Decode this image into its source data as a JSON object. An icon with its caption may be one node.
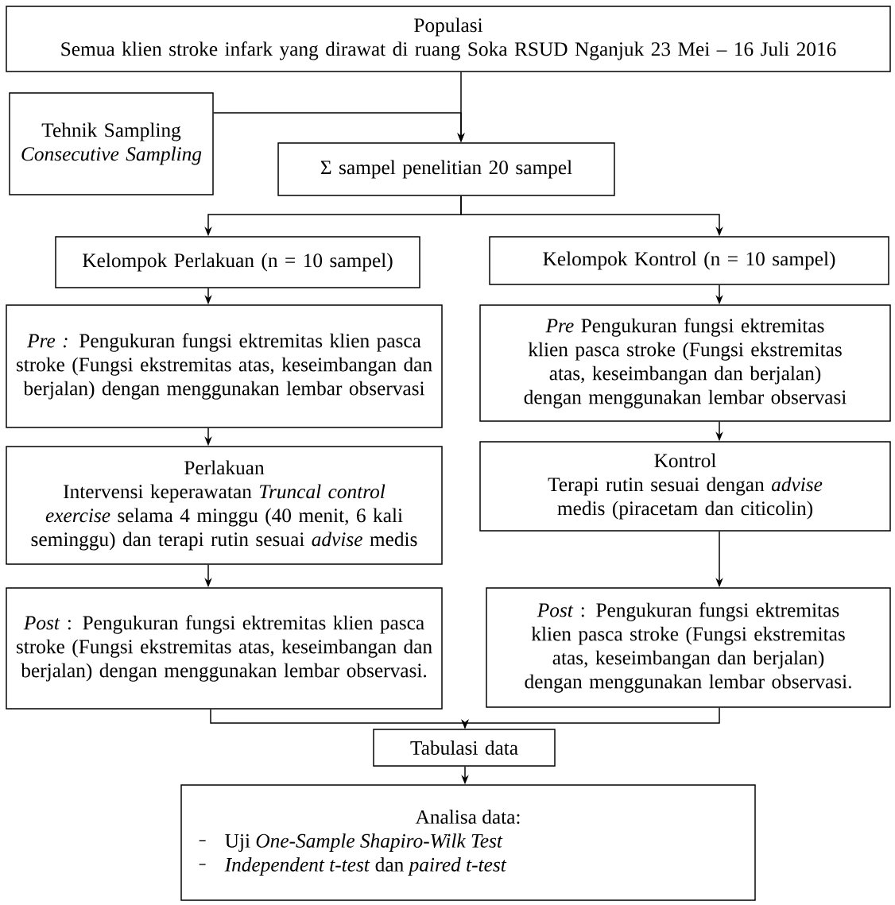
{
  "diagram": {
    "nodes": [
      {
        "text": [
          "Populasi",
          "Semua klien stroke infark yang dirawat di ruang Soka RSUD Nganjuk 23 Mei – 16 Juli 2016"
        ]
      },
      {
        "text": [
          "Tehnik Sampling",
          "Consecutive Sampling"
        ]
      },
      {
        "text": [
          "Σ sampel penelitian 20 sampel"
        ]
      },
      {
        "text": [
          "Kelompok Perlakuan (n = 10 sampel)"
        ]
      },
      {
        "text": [
          "Kelompok Kontrol (n = 10 sampel)"
        ]
      },
      {
        "text": [
          "*Pre :* Pengukuran fungsi ektremitas klien pasca stroke (Fungsi ekstremitas atas, keseimbangan dan berjalan) dengan menggunakan lembar observasi"
        ]
      },
      {
        "text": [
          "*Pre* Pengukuran fungsi ektremitas klien pasca stroke (Fungsi ekstremitas atas, keseimbangan dan berjalan) dengan menggunakan lembar observasi"
        ]
      },
      {
        "text": [
          "Perlakuan",
          "Intervensi keperawatan *Truncal control exercise* selama 4 minggu (40 menit, 6 kali seminggu) dan terapi rutin sesuai *advise* medis"
        ]
      },
      {
        "text": [
          "Kontrol",
          "Terapi rutin sesuai dengan *advise* medis (piracetam dan citicolin)"
        ]
      },
      {
        "text": [
          "*Post* : Pengukuran fungsi ektremitas klien pasca stroke (Fungsi ekstremitas atas, keseimbangan dan berjalan) dengan menggunakan lembar observasi."
        ]
      },
      {
        "text": [
          "*Post* : Pengukuran fungsi ektremitas klien pasca stroke (Fungsi ekstremitas atas, keseimbangan dan berjalan) dengan menggunakan lembar observasi."
        ]
      },
      {
        "text": [
          "Tabulasi data"
        ]
      },
      {
        "text": [
          "Analisa data:",
          "Uji *One-Sample Shapiro-Wilk Test*",
          "*Independent t-test* dan *paired t-test*"
        ]
      }
    ],
    "edges": [
      {
        "from": 0,
        "to": 2,
        "arrow": "to"
      },
      {
        "from": 1,
        "to": 2,
        "arrow": "to"
      },
      {
        "from": 2,
        "to": 3,
        "arrow": "to"
      },
      {
        "from": 2,
        "to": 4,
        "arrow": "to"
      },
      {
        "from": 3,
        "to": 5,
        "arrow": "to"
      },
      {
        "from": 4,
        "to": 6,
        "arrow": "to"
      },
      {
        "from": 5,
        "to": 7,
        "arrow": "to"
      },
      {
        "from": 6,
        "to": 8,
        "arrow": "to"
      },
      {
        "from": 7,
        "to": 9,
        "arrow": "to"
      },
      {
        "from": 8,
        "to": 10,
        "arrow": "to"
      },
      {
        "from": 9,
        "to": 11,
        "arrow": "to"
      },
      {
        "from": 10,
        "to": 11,
        "arrow": "to"
      },
      {
        "from": 11,
        "to": 12,
        "arrow": "to"
      }
    ]
  }
}
